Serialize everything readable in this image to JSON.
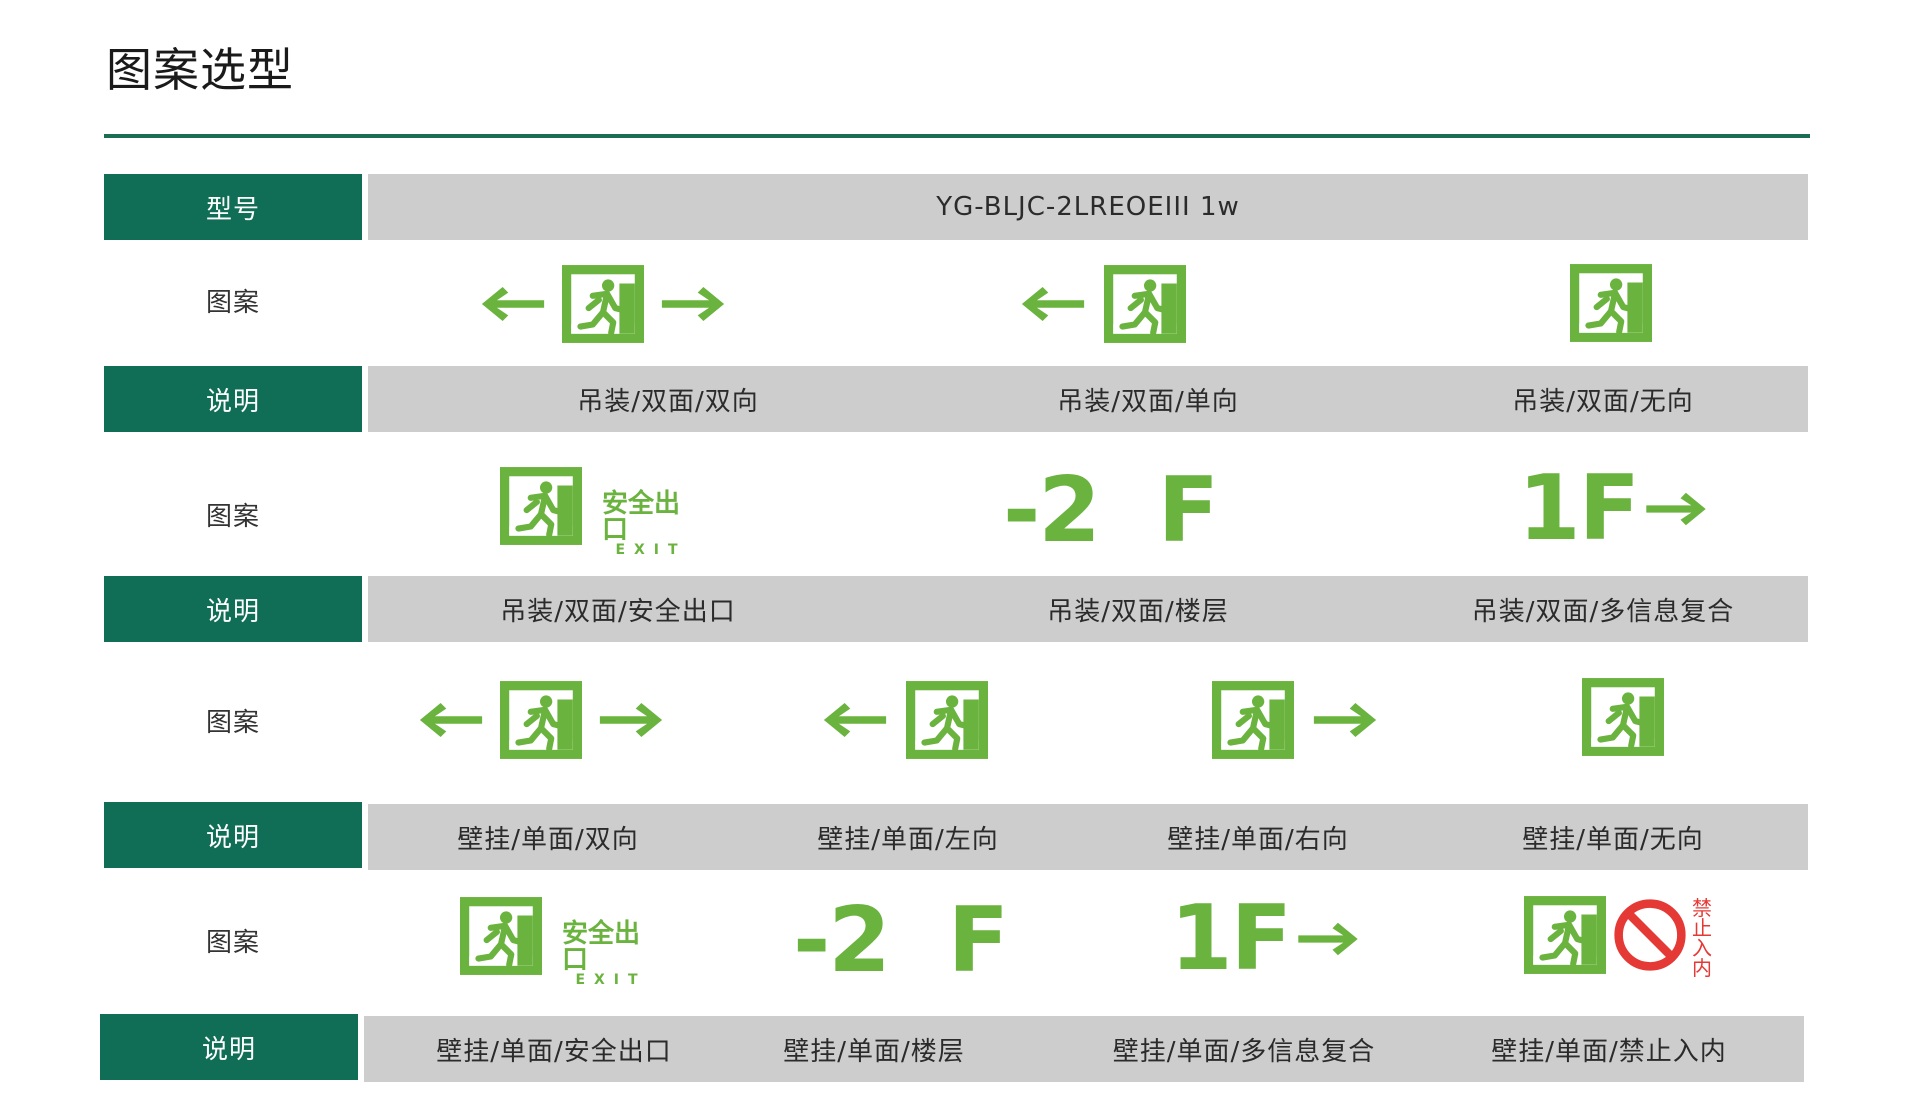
{
  "title": "图案选型",
  "colors": {
    "accent": "#0f6e55",
    "sign_green": "#6bb33f",
    "bar_gray": "#cdcdcd",
    "prohibit_red": "#e53935"
  },
  "model": {
    "label": "型号",
    "value": "YG-BLJC-2LREOEIII 1w"
  },
  "pattern_label": "图案",
  "desc_label": "说明",
  "signs": {
    "safe_exit_cn": "安全出口",
    "safe_exit_en": "EXIT",
    "floor_neg2": "-2  F",
    "floor_1f": "1F",
    "prohibit_line1": "禁止",
    "prohibit_line2": "入内"
  },
  "icons": [
    "arrow-left-icon",
    "arrow-right-icon",
    "running-man-exit-icon",
    "prohibition-icon"
  ],
  "sections": [
    {
      "descriptions": [
        "吊装/双面/双向",
        "吊装/双面/单向",
        "吊装/双面/无向"
      ]
    },
    {
      "descriptions": [
        "吊装/双面/安全出口",
        "吊装/双面/楼层",
        "吊装/双面/多信息复合"
      ]
    },
    {
      "descriptions": [
        "壁挂/单面/双向",
        "壁挂/单面/左向",
        "壁挂/单面/右向",
        "壁挂/单面/无向"
      ]
    },
    {
      "descriptions": [
        "壁挂/单面/安全出口",
        "壁挂/单面/楼层",
        "壁挂/单面/多信息复合",
        "壁挂/单面/禁止入内"
      ]
    }
  ]
}
